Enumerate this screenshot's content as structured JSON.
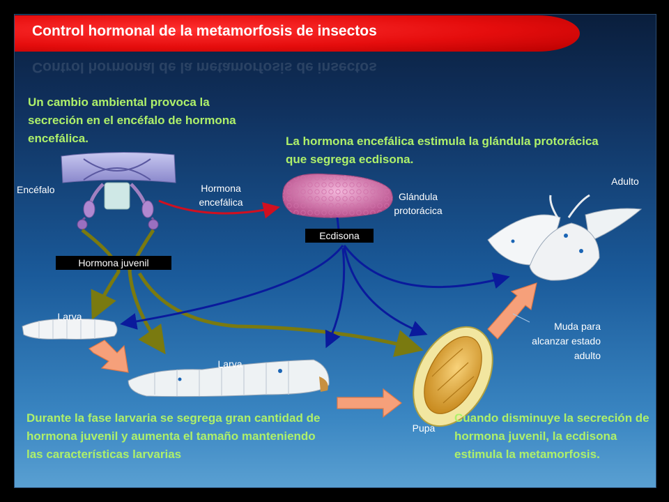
{
  "title": "Control hormonal de la metamorfosis de insectos",
  "texts": {
    "brain_step": "Un cambio ambiental provoca la secreción en el encéfalo de hormona encefálica.",
    "gland_step": "La hormona encefálica estimula la glándula protorácica que segrega ecdisona.",
    "larval_phase": "Durante la fase larvaria se segrega gran cantidad de hormona juvenil y aumenta el tamaño manteniendo las características larvarias",
    "metamorphosis": "Cuando disminuye la secreción de hormona juvenil, la ecdisona estimula la metamorfosis."
  },
  "labels": {
    "brain": "Encéfalo",
    "brain_hormone": "Hormona encefálica",
    "gland": "Glándula protorácica",
    "ecdysone": "Ecdisona",
    "juvenile_hormone": "Hormona juvenil",
    "adult": "Adulto",
    "larva_small": "Larva",
    "larva_large": "Larva",
    "pupa": "Pupa",
    "molt": "Muda para alcanzar estado adulto"
  },
  "colors": {
    "title_banner": "#e50d0d",
    "step_text": "#aef06a",
    "ecdysone_arrow": "#0a1a9c",
    "juvenile_arrow": "#7a7a10",
    "brain_hormone_arrow": "#d01020",
    "stage_arrow": "#f6a07a"
  }
}
